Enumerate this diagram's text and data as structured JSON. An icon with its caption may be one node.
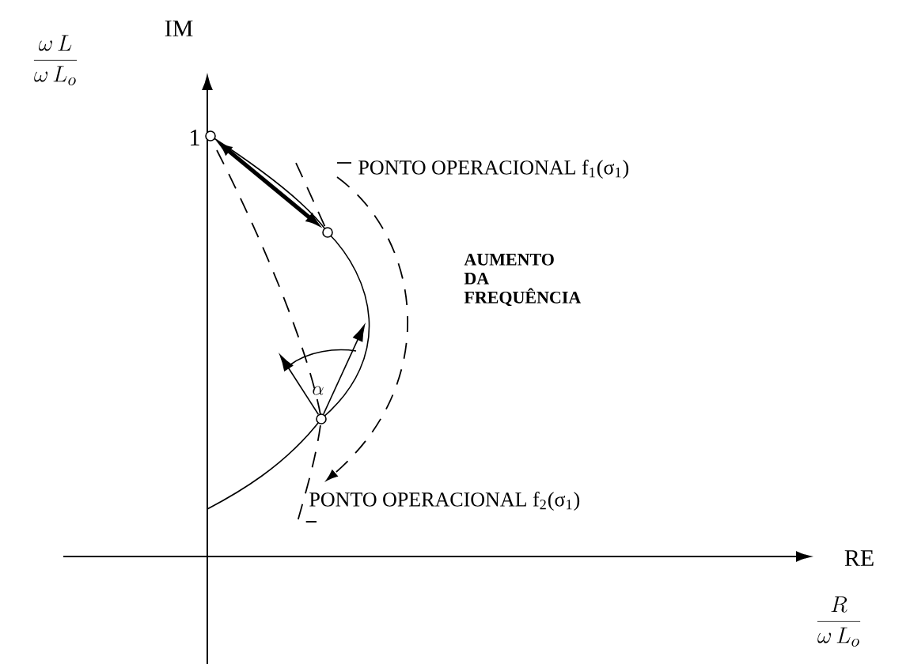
{
  "diagram": {
    "nodes": [
      {
        "text": [],
        "shape": "circle"
      },
      {
        "text": [],
        "shape": "circle"
      },
      {
        "text": [],
        "shape": "circle"
      }
    ],
    "edges": [
      {
        "from": 0,
        "to": 1,
        "arrow": "both",
        "style": "thick"
      },
      {
        "from": 2,
        "to": null,
        "arrow": "to"
      },
      {
        "from": 2,
        "to": null,
        "arrow": "to"
      }
    ],
    "labels": [
      "\\frac{\\omega\\,L}{\\omega\\,L_o}",
      "IM",
      "1",
      "PONTO OPERACIONAL f$_{1}$(σ$_{1}$)",
      "AUMENTO DA FREQUÊNCIA",
      "\\alpha",
      "PONTO OPERACIONAL f$_{2}$(σ$_{1}$)",
      "RE",
      "\\frac{R}{\\omega\\,L_o}"
    ]
  }
}
